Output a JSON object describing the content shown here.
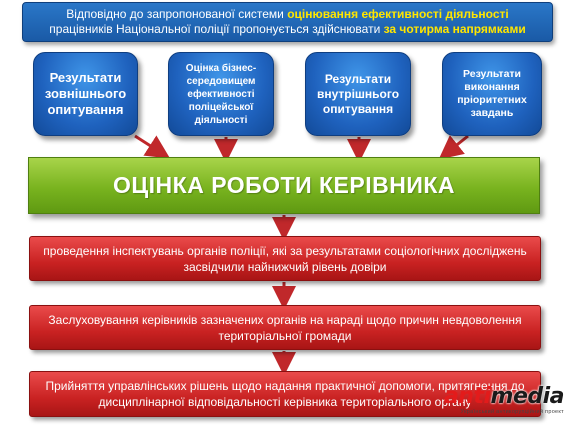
{
  "banner": {
    "text_pre": "Відповідно до запропонованої системи ",
    "text_hl1": "оцінювання ефективності діяльності",
    "text_mid": "працівників Національної поліції пропонується здійснювати ",
    "text_hl2": "за чотирма напрямками"
  },
  "directions": [
    {
      "label": "Результати зовнішнього опитування"
    },
    {
      "label": "Оцінка бізнес-середовищем ефективності поліцейської діяльності"
    },
    {
      "label": "Результати внутрішнього опитування"
    },
    {
      "label": "Результати виконання пріоритетних завдань"
    }
  ],
  "main_box": {
    "label": "ОЦІНКА РОБОТИ КЕРІВНИКА"
  },
  "actions": [
    {
      "label": "проведення інспектувань органів поліції, які за результатами соціологічних досліджень засвідчили найнижчий рівень довіри"
    },
    {
      "label": "Заслуховування керівників зазначених органів на нараді щодо причин невдоволення територіальної громади"
    },
    {
      "label": "Прийняття управлінських рішень щодо надання практичної допомоги, притягнення до дисциплінарної відповідальності керівника територіального органу"
    }
  ],
  "watermark": {
    "logo_part1": "anti",
    "logo_part2": "media",
    "subtitle": "Український антикорупційний проект"
  },
  "colors": {
    "banner_blue": "#1f66b8",
    "highlight_yellow": "#ffe600",
    "direction_blue": "#1f62be",
    "main_green": "#79b31f",
    "action_red": "#c92222",
    "arrow_red": "#c0282b"
  }
}
